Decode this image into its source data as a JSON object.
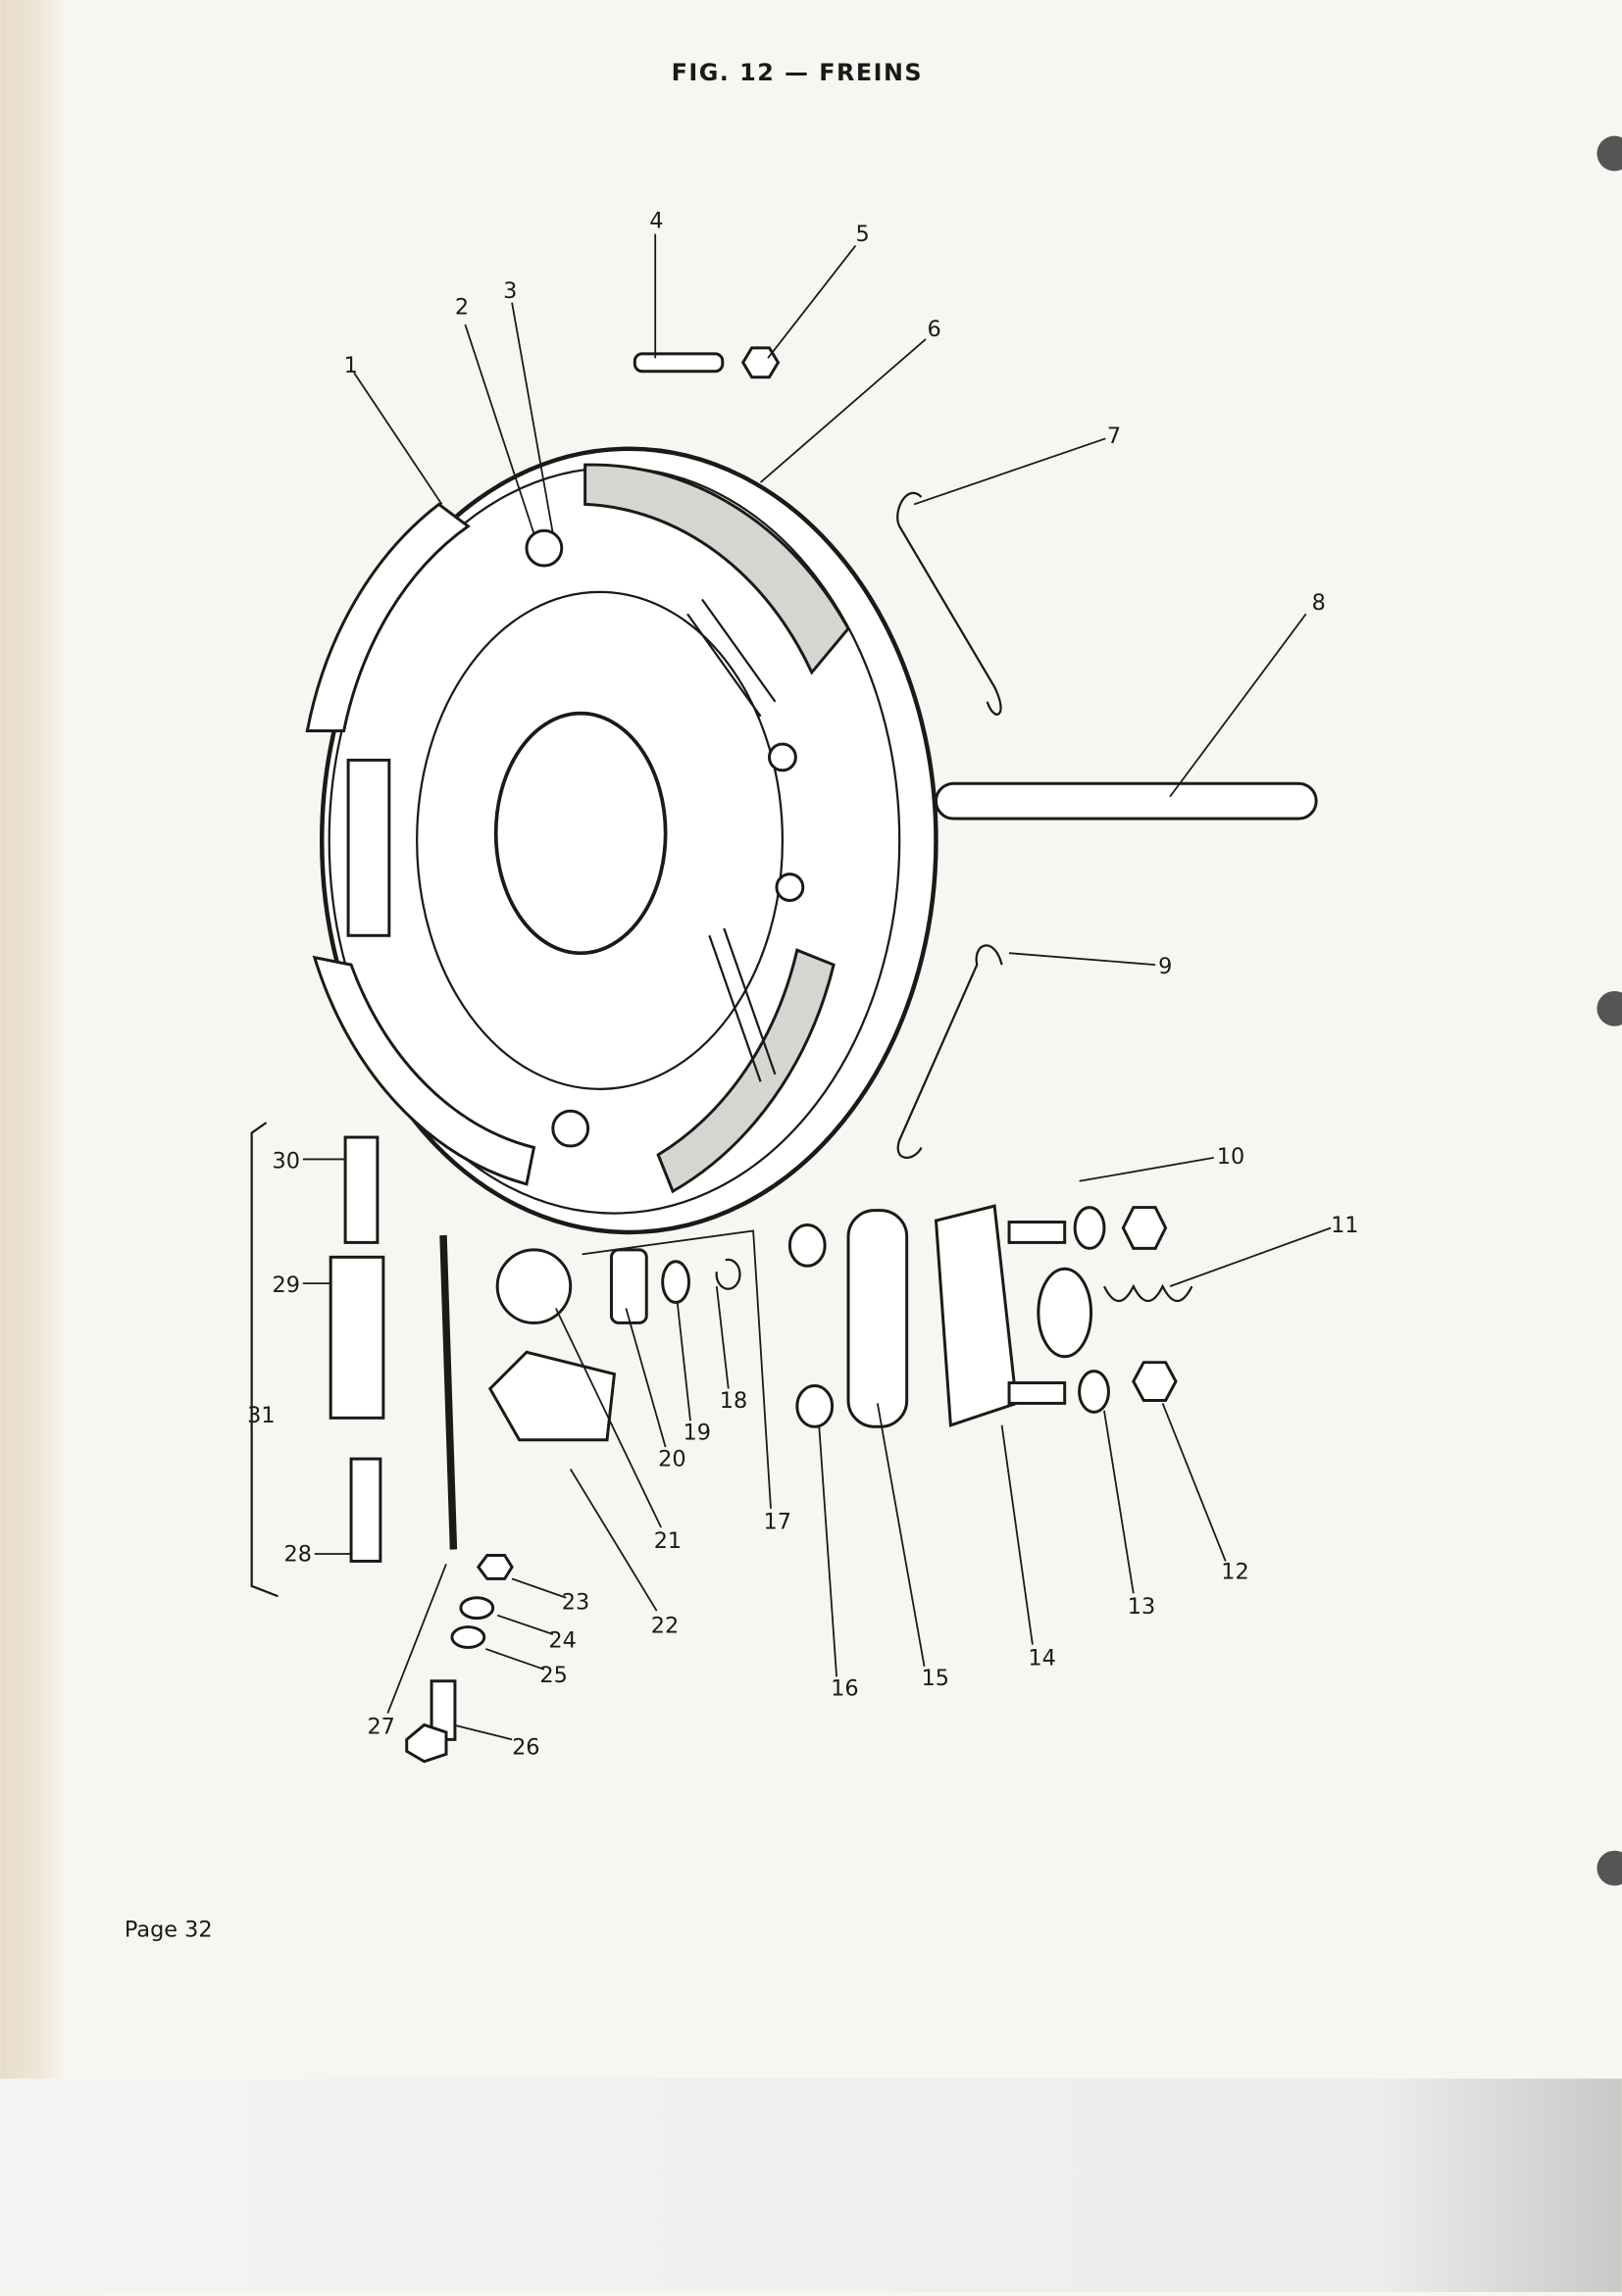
{
  "header": {
    "title": "FIG. 12 — FREINS"
  },
  "footer": {
    "page": "Page 32"
  },
  "callouts": [
    "1",
    "2",
    "3",
    "4",
    "5",
    "6",
    "7",
    "8",
    "9",
    "10",
    "11",
    "12",
    "13",
    "14",
    "15",
    "16",
    "17",
    "18",
    "19",
    "20",
    "21",
    "22",
    "23",
    "24",
    "25",
    "26",
    "27",
    "28",
    "29",
    "30",
    "31"
  ]
}
